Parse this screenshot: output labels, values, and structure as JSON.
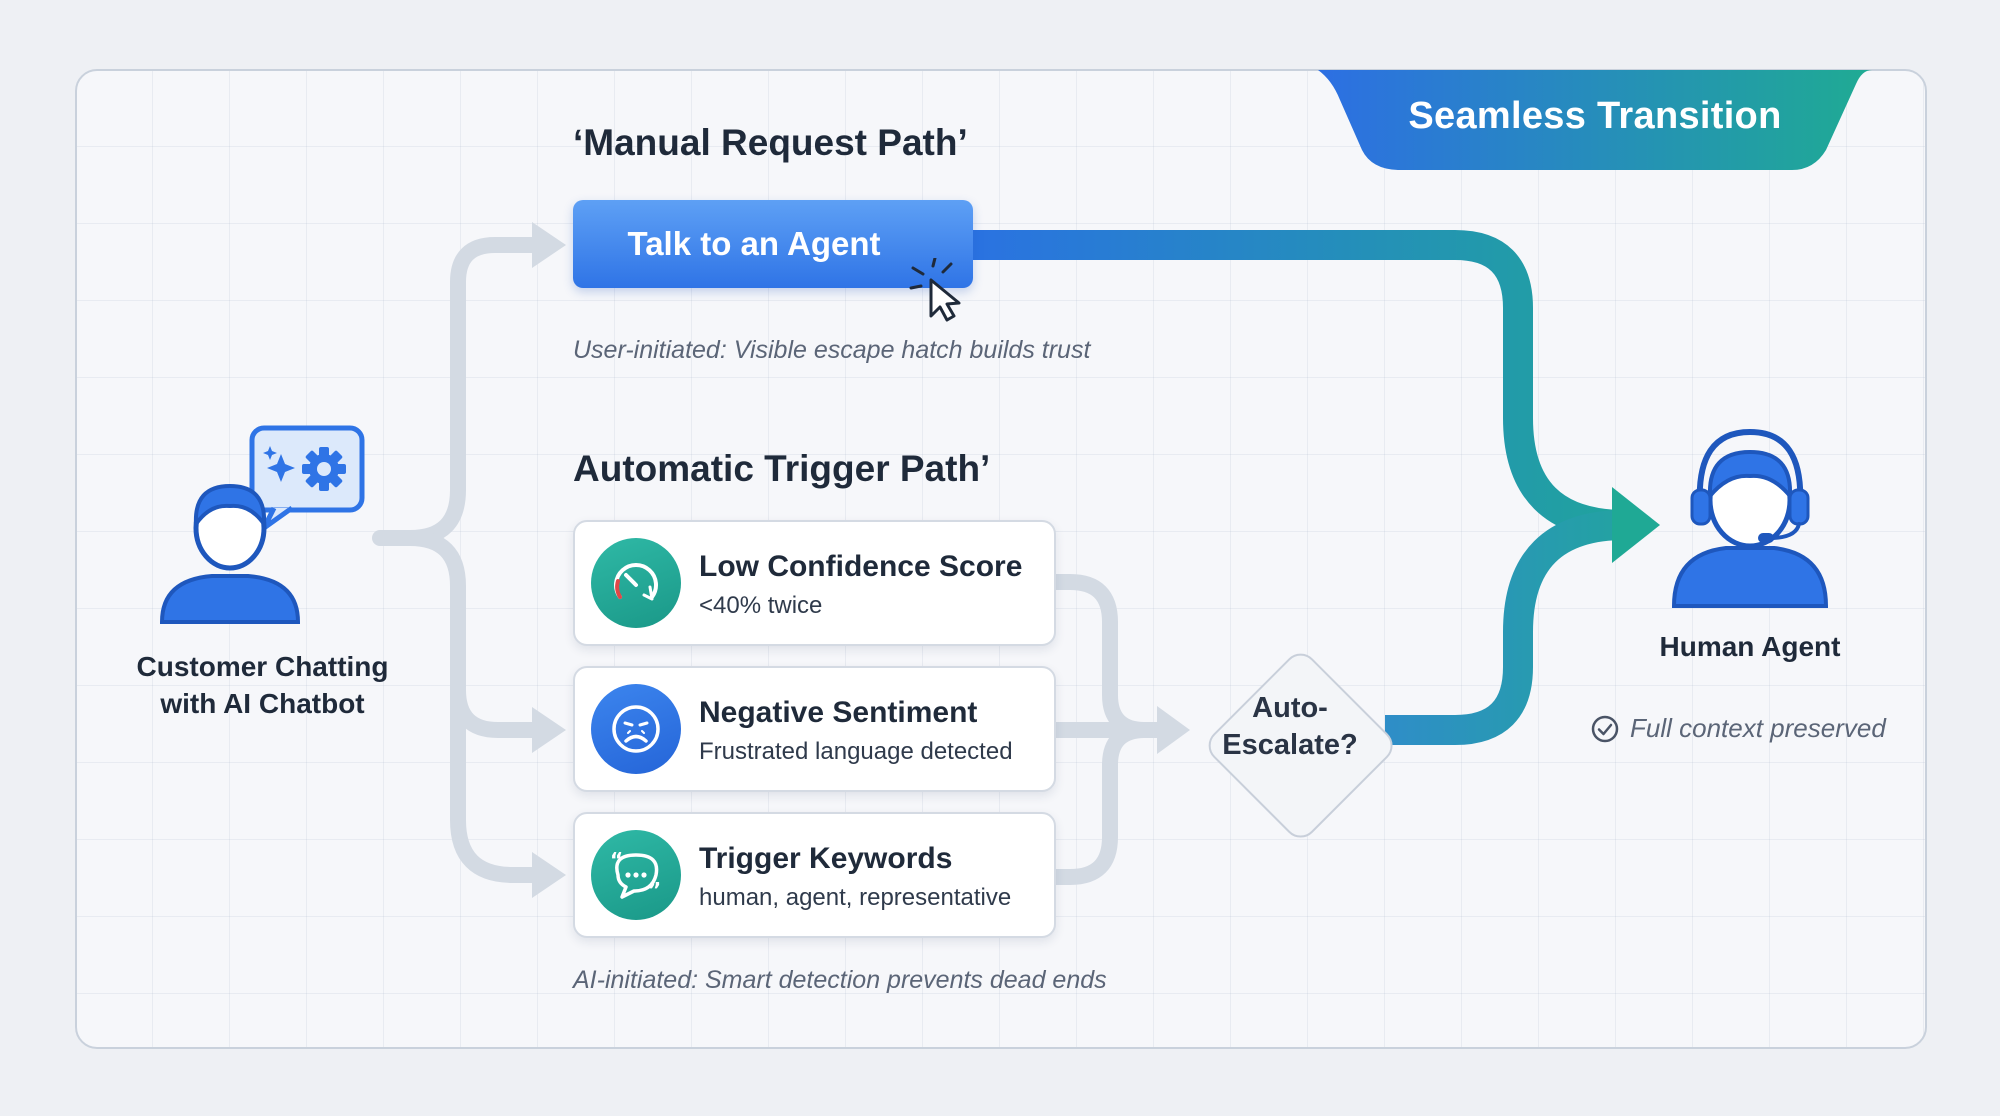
{
  "banner": {
    "label": "Seamless Transition"
  },
  "manual": {
    "heading": "‘Manual Request Path’",
    "button_label": "Talk to an Agent",
    "caption": "User-initiated: Visible escape hatch builds trust"
  },
  "automatic": {
    "heading": "Automatic Trigger Path’",
    "caption": "AI-initiated: Smart detection prevents dead ends",
    "cards": [
      {
        "title": "Low Confidence Score",
        "subtitle": "<40% twice",
        "icon": "gauge-icon"
      },
      {
        "title": "Negative Sentiment",
        "subtitle": "Frustrated language detected",
        "icon": "frown-face-icon"
      },
      {
        "title": "Trigger Keywords",
        "subtitle": "human, agent, representative",
        "icon": "quote-bubble-icon"
      }
    ]
  },
  "decision": {
    "line1": "Auto-",
    "line2": "Escalate?"
  },
  "customer": {
    "line1": "Customer Chatting",
    "line2": "with AI Chatbot",
    "icon": "user-chat-icon"
  },
  "agent": {
    "label": "Human Agent",
    "note": "Full context preserved",
    "icon": "headset-agent-icon"
  },
  "colors": {
    "blue": "#2f74e6",
    "teal": "#1fa892",
    "gray_arrow": "#d3dae3"
  }
}
